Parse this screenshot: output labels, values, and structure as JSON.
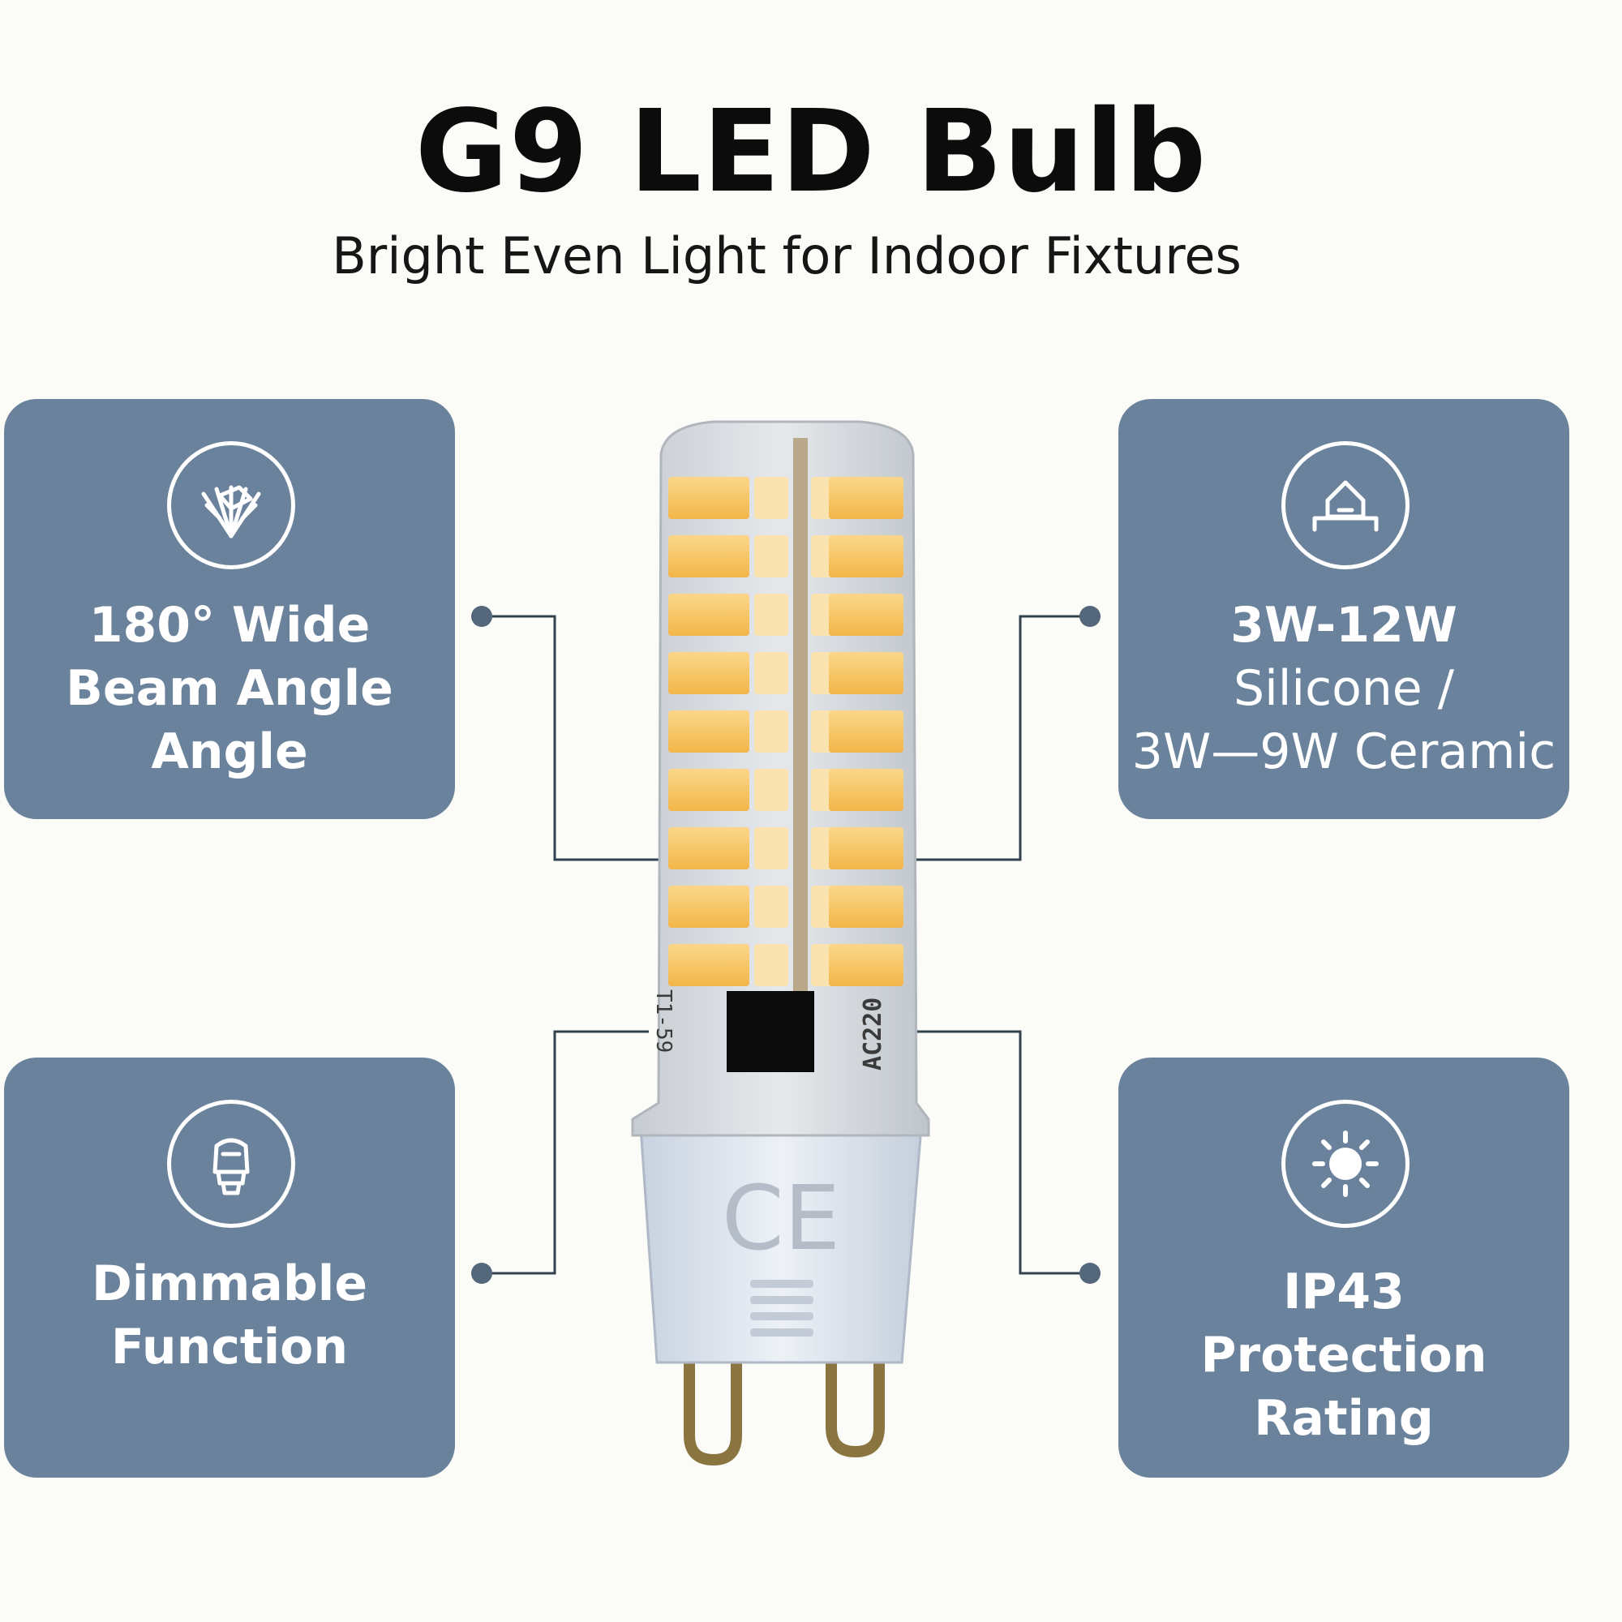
{
  "header": {
    "title": "G9 LED Bulb",
    "subtitle": "Bright Even Light for Indoor Fixtures"
  },
  "features": {
    "beam": {
      "icon": "beam-angle-icon",
      "lines": [
        "180° Wide",
        "Beam Angle",
        "Angle"
      ]
    },
    "power": {
      "icon": "house-icon",
      "lines": [
        "3W-12W",
        "Silicone /",
        "3W—9W Ceramic"
      ]
    },
    "dimmable": {
      "icon": "bulb-icon",
      "lines": [
        "Dimmable",
        "Function"
      ]
    },
    "protection": {
      "icon": "sun-icon",
      "lines": [
        "IP43",
        "Protection",
        "Rating"
      ]
    }
  },
  "bulb": {
    "markings": [
      "AC220",
      "T1-59"
    ],
    "cert_mark": "CE"
  },
  "colors": {
    "background": "#fbfbf7",
    "card": "#6a829b",
    "led": "#f6c25f",
    "connector": "#33414f"
  }
}
